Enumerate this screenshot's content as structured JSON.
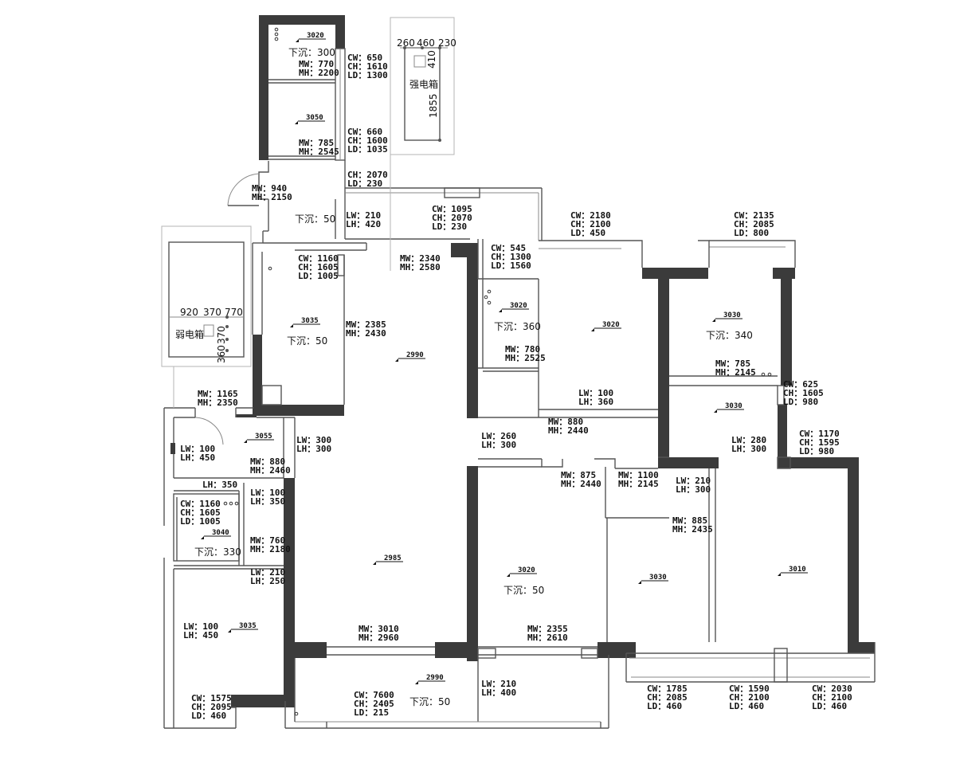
{
  "panels": {
    "strong_box": {
      "label": "强电箱",
      "dims": [
        "260",
        "460",
        "230"
      ],
      "side1": "410",
      "side2": "1855"
    },
    "weak_box": {
      "label": "弱电箱",
      "dims": [
        "920",
        "370",
        "770"
      ],
      "side1": "360",
      "side2": "370"
    }
  },
  "rooms": [
    {
      "id": "r1",
      "ceiling": "3020",
      "sink": "下沉：300",
      "mw": "MW：770",
      "mh": "MH：2200"
    },
    {
      "id": "r2",
      "ceiling": "3050",
      "mw": "MW：785",
      "mh": "MH：2545"
    },
    {
      "id": "r3",
      "ceiling": "3035",
      "sink": "下沉：50"
    },
    {
      "id": "r4",
      "ceiling": "2990"
    },
    {
      "id": "r5",
      "ceiling": "3020",
      "sink": "下沉：360"
    },
    {
      "id": "r6",
      "ceiling": "3020"
    },
    {
      "id": "r7",
      "ceiling": "3030",
      "sink": "下沉：340"
    },
    {
      "id": "r8",
      "ceiling": "3030"
    },
    {
      "id": "r9",
      "ceiling": "3055"
    },
    {
      "id": "r10",
      "ceiling": "3040",
      "sink": "下沉：330"
    },
    {
      "id": "r11",
      "ceiling": "2985"
    },
    {
      "id": "r12",
      "ceiling": "3035"
    },
    {
      "id": "r13",
      "ceiling": "3020",
      "sink": "下沉：50"
    },
    {
      "id": "r14",
      "ceiling": "3030"
    },
    {
      "id": "r15",
      "ceiling": "3010"
    },
    {
      "id": "r16",
      "ceiling": "2990",
      "sink": "下沉：50"
    }
  ],
  "notes": [
    {
      "id": "n1",
      "lines": [
        "CW：650",
        "CH：1610",
        "LD：1300"
      ]
    },
    {
      "id": "n2",
      "lines": [
        "CW：660",
        "CH：1600",
        "LD：1035"
      ]
    },
    {
      "id": "n3",
      "lines": [
        "CH：2070",
        "LD：230"
      ]
    },
    {
      "id": "n4",
      "lines": [
        "MW：940",
        "MH：2150"
      ]
    },
    {
      "id": "n5",
      "lines": [
        "下沉：50"
      ]
    },
    {
      "id": "n6",
      "lines": [
        "LW：210",
        "LH：420"
      ]
    },
    {
      "id": "n7",
      "lines": [
        "CW：1095",
        "CH：2070",
        "LD：230"
      ]
    },
    {
      "id": "n8",
      "lines": [
        "CW：1160",
        "CH：1605",
        "LD：1005"
      ]
    },
    {
      "id": "n9",
      "lines": [
        "MW：2340",
        "MH：2580"
      ]
    },
    {
      "id": "n10",
      "lines": [
        "MW：2385",
        "MH：2430"
      ]
    },
    {
      "id": "n11",
      "lines": [
        "CW：545",
        "CH：1300",
        "LD：1560"
      ]
    },
    {
      "id": "n12",
      "lines": [
        "CW：2180",
        "CH：2100",
        "LD：450"
      ]
    },
    {
      "id": "n13",
      "lines": [
        "CW：2135",
        "CH：2085",
        "LD：800"
      ]
    },
    {
      "id": "n14",
      "lines": [
        "MW：780",
        "MH：2525"
      ]
    },
    {
      "id": "n15",
      "lines": [
        "MW：785",
        "MH：2145"
      ]
    },
    {
      "id": "n16",
      "lines": [
        "CW：625",
        "CH：1605",
        "LD：980"
      ]
    },
    {
      "id": "n17",
      "lines": [
        "LW：100",
        "LH：360"
      ]
    },
    {
      "id": "n18",
      "lines": [
        "MW：880",
        "MH：2440"
      ]
    },
    {
      "id": "n19",
      "lines": [
        "LW：260",
        "LH：300"
      ]
    },
    {
      "id": "n20",
      "lines": [
        "LW：280",
        "LH：300"
      ]
    },
    {
      "id": "n21",
      "lines": [
        "CW：1170",
        "CH：1595",
        "LD：980"
      ]
    },
    {
      "id": "n22",
      "lines": [
        "MW：1165",
        "MH：2350"
      ]
    },
    {
      "id": "n23",
      "lines": [
        "LW：300",
        "LH：300"
      ]
    },
    {
      "id": "n24",
      "lines": [
        "LW：100",
        "LH：450"
      ]
    },
    {
      "id": "n25",
      "lines": [
        "MW：880",
        "MH：2460"
      ]
    },
    {
      "id": "n26",
      "lines": [
        "LH：350"
      ]
    },
    {
      "id": "n27",
      "lines": [
        "CW：1160",
        "CH：1605",
        "LD：1005"
      ]
    },
    {
      "id": "n28",
      "lines": [
        "LW：100",
        "LH：350"
      ]
    },
    {
      "id": "n29",
      "lines": [
        "MW：760",
        "MH：2180"
      ]
    },
    {
      "id": "n30",
      "lines": [
        "LW：210",
        "LH：250"
      ]
    },
    {
      "id": "n31",
      "lines": [
        "MW：875",
        "MH：2440"
      ]
    },
    {
      "id": "n32",
      "lines": [
        "MW：1100",
        "MH：2145"
      ]
    },
    {
      "id": "n33",
      "lines": [
        "LW：210",
        "LH：300"
      ]
    },
    {
      "id": "n34",
      "lines": [
        "MW：885",
        "MH：2435"
      ]
    },
    {
      "id": "n35",
      "lines": [
        "LW：100",
        "LH：450"
      ]
    },
    {
      "id": "n36",
      "lines": [
        "MW：3010",
        "MH：2960"
      ]
    },
    {
      "id": "n37",
      "lines": [
        "MW：2355",
        "MH：2610"
      ]
    },
    {
      "id": "n38",
      "lines": [
        "CW：7600",
        "CH：2405",
        "LD：215"
      ]
    },
    {
      "id": "n39",
      "lines": [
        "LW：210",
        "LH：400"
      ]
    },
    {
      "id": "n40",
      "lines": [
        "CW：1575",
        "CH：2095",
        "LD：460"
      ]
    },
    {
      "id": "n41",
      "lines": [
        "CW：1785",
        "CH：2085",
        "LD：460"
      ]
    },
    {
      "id": "n42",
      "lines": [
        "CW：1590",
        "CH：2100",
        "LD：460"
      ]
    },
    {
      "id": "n43",
      "lines": [
        "CW：2030",
        "CH：2100",
        "LD：460"
      ]
    }
  ]
}
